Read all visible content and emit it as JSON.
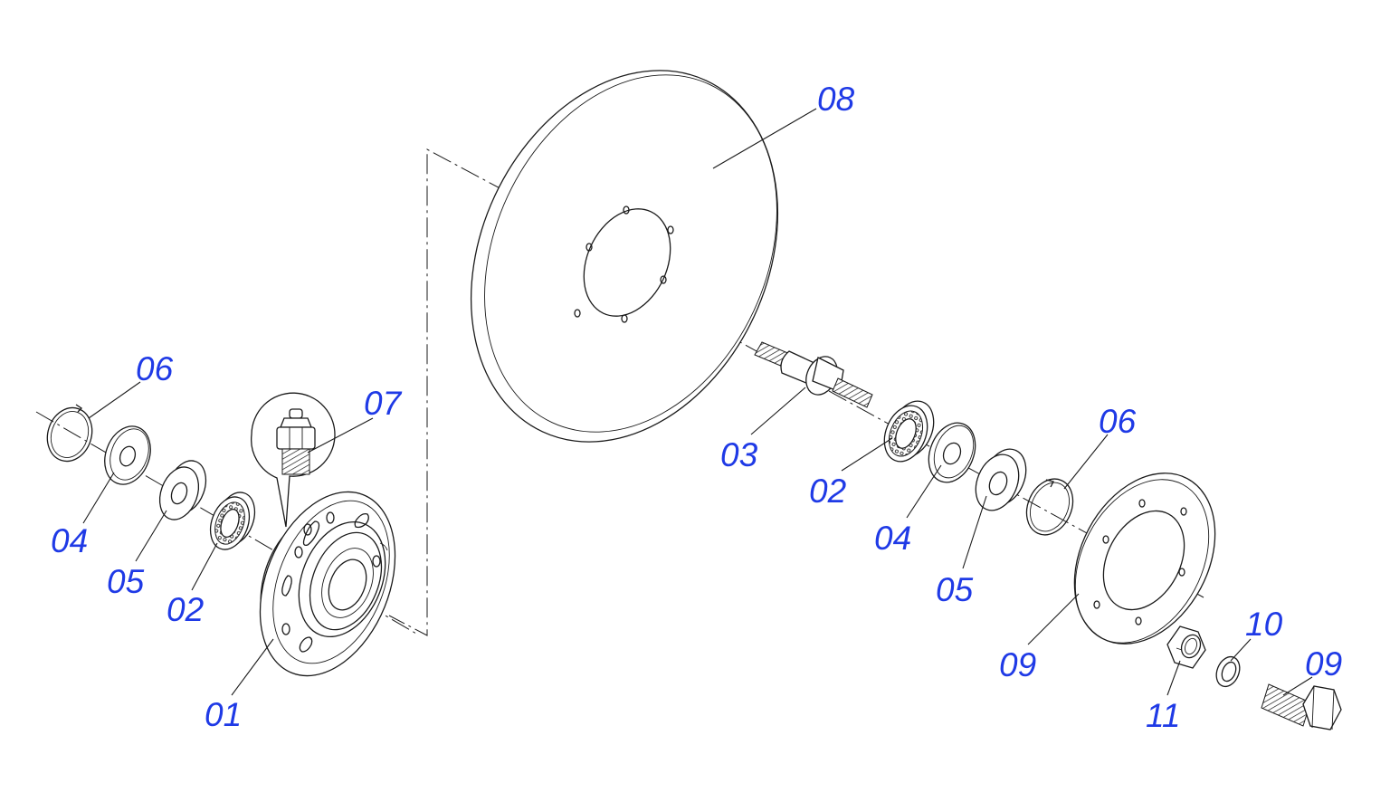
{
  "labels": {
    "hub": "01",
    "bearing_left": "02",
    "washer_left": "04",
    "spacer_left": "05",
    "circlip_left": "06",
    "grease_nipple": "07",
    "disc": "08",
    "axle": "03",
    "bearing_right": "02",
    "washer_right": "04",
    "spacer_right": "05",
    "circlip_right": "06",
    "flange": "09",
    "bolt": "09",
    "lock_washer": "10",
    "nut": "11"
  },
  "colors": {
    "callout": "#1f3ae6",
    "line": "#1a1a1a",
    "background": "#ffffff"
  }
}
